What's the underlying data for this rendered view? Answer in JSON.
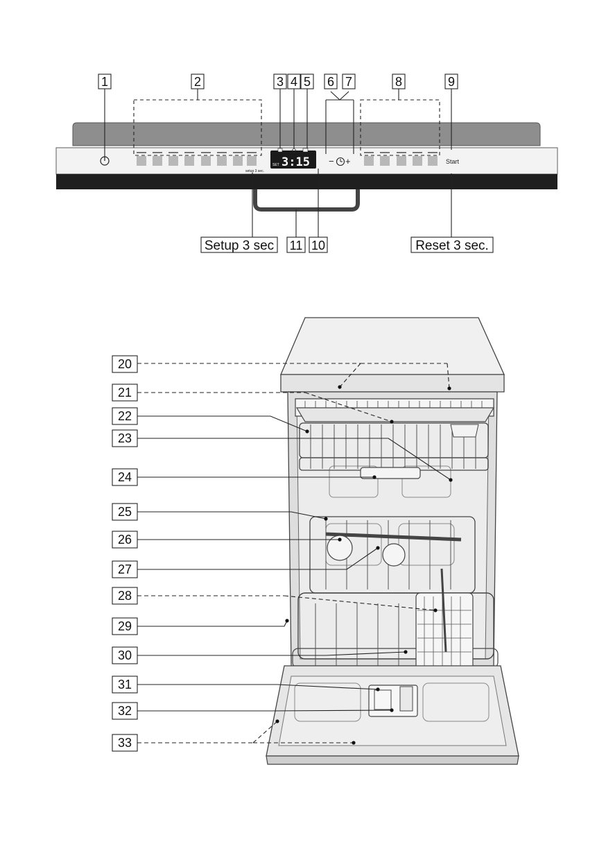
{
  "control_panel": {
    "callouts": {
      "c1": "1",
      "c2": "2",
      "c3": "3",
      "c4": "4",
      "c5": "5",
      "c6": "6",
      "c7": "7",
      "c8": "8",
      "c9": "9",
      "c10": "10",
      "c11": "11"
    },
    "setup_caption": "Setup 3 sec",
    "reset_caption": "Reset 3 sec.",
    "start_label": "Start",
    "display_time": "3:15",
    "display_left": "SET",
    "minus_symbol": "−",
    "plus_symbol": "+",
    "setup_small": "setup 3 sec.",
    "power_icon": "power-icon",
    "clock_icon": "clock-icon"
  },
  "dishwasher": {
    "callouts": {
      "c20": "20",
      "c21": "21",
      "c22": "22",
      "c23": "23",
      "c24": "24",
      "c25": "25",
      "c26": "26",
      "c27": "27",
      "c28": "28",
      "c29": "29",
      "c30": "30",
      "c31": "31",
      "c32": "32",
      "c33": "33"
    }
  }
}
